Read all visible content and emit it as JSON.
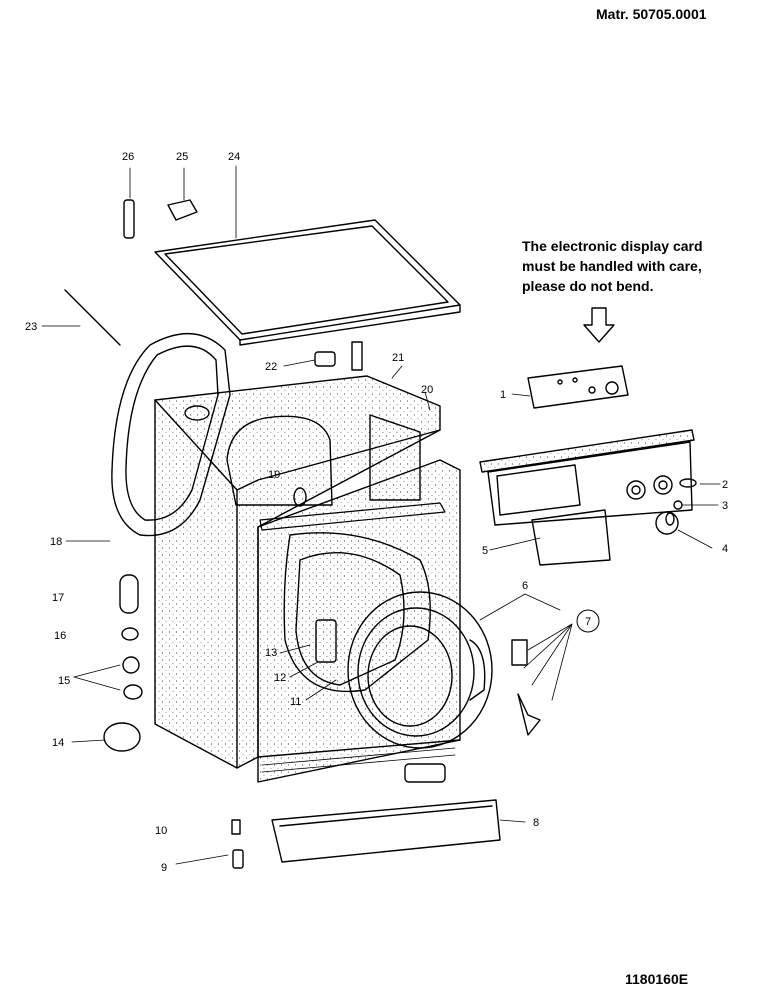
{
  "header": {
    "matr": "Matr. 50705.0001"
  },
  "note": {
    "lines": [
      "The electronic display card",
      "must be handled with care,",
      "please do not bend."
    ]
  },
  "footer": {
    "code": "1180160E"
  },
  "callouts": {
    "c1": "1",
    "c2": "2",
    "c3": "3",
    "c4": "4",
    "c5": "5",
    "c6": "6",
    "c7": "7",
    "c8": "8",
    "c9": "9",
    "c10": "10",
    "c11": "11",
    "c12": "12",
    "c13": "13",
    "c14": "14",
    "c15": "15",
    "c16": "16",
    "c17": "17",
    "c18": "18",
    "c19": "19",
    "c20": "20",
    "c21": "21",
    "c22": "22",
    "c23": "23",
    "c24": "24",
    "c25": "25",
    "c26": "26"
  }
}
